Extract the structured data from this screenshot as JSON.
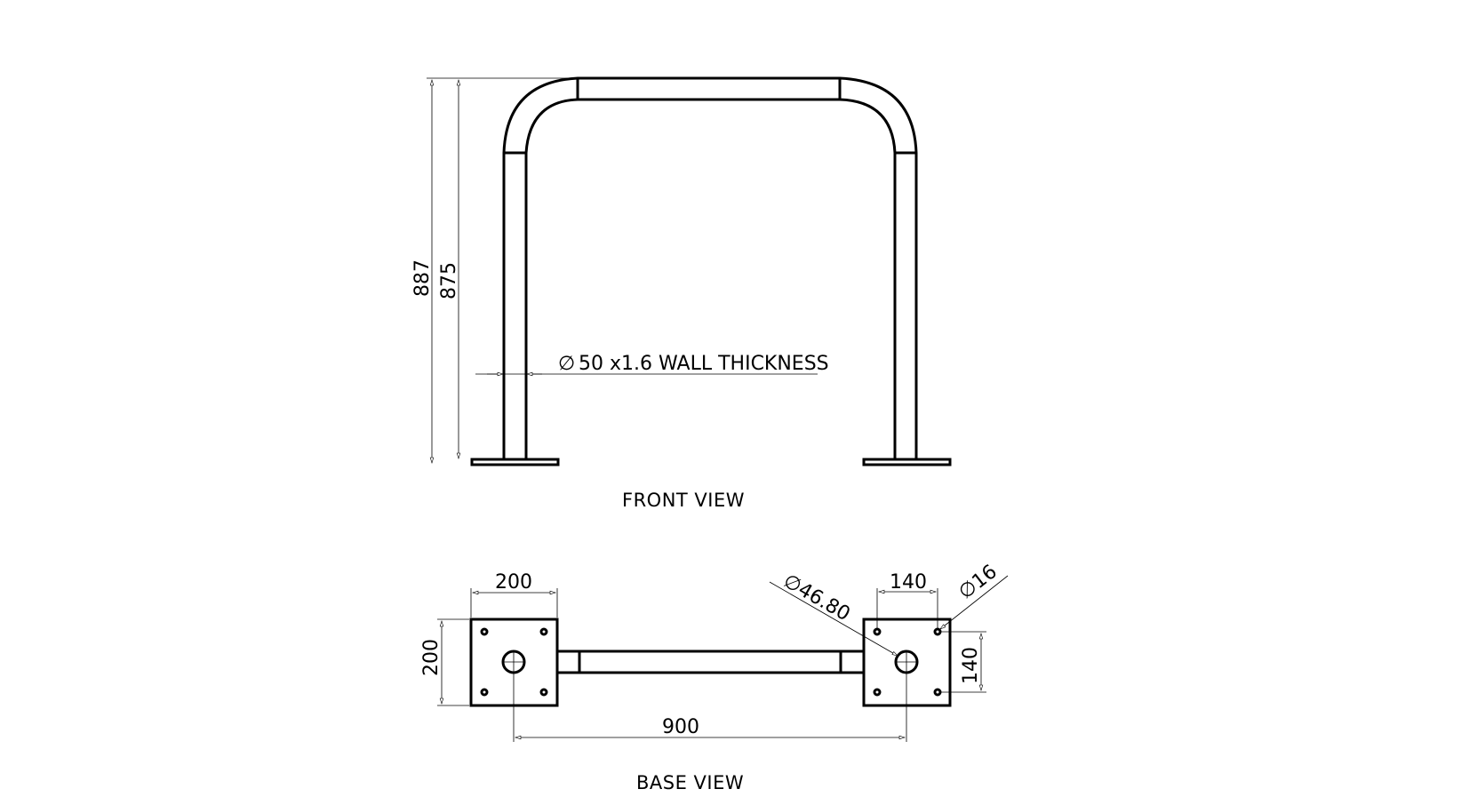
{
  "drawing": {
    "front_view": {
      "title": "FRONT VIEW",
      "dimensions": {
        "overall_height": "887",
        "tube_height": "875",
        "tube_spec_symbol": "∅",
        "tube_spec": "50 x1.6 WALL THICKNESS"
      }
    },
    "base_view": {
      "title": "BASE VIEW",
      "dimensions": {
        "plate_width": "200",
        "plate_height": "200",
        "center_distance": "900",
        "hole_spacing_x": "140",
        "hole_spacing_y": "140",
        "tube_diameter": "∅46.80",
        "bolt_hole_diameter": "∅16"
      }
    }
  }
}
